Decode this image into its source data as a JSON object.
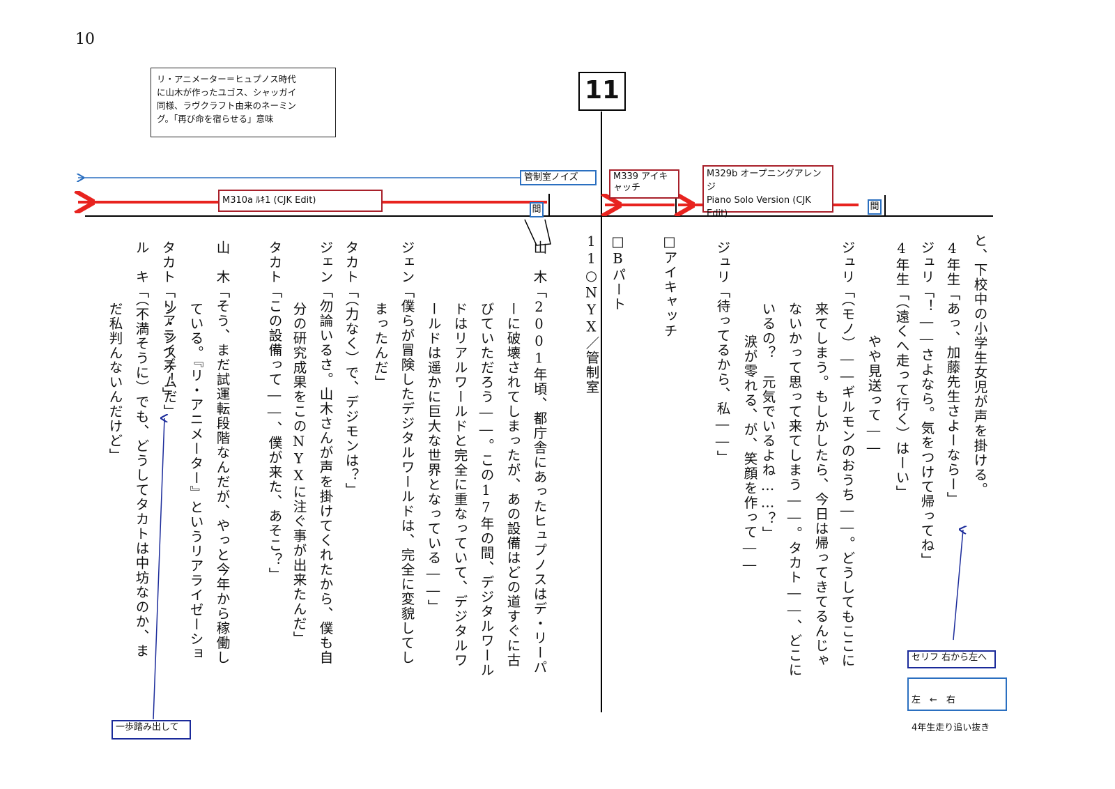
{
  "page_number": "10",
  "note": "リ・アニメーター＝ヒュプノス時代\nに山木が作ったユゴス、シャッガイ\n同様、ラヴクラフト由来のネーミン\nグ。「再び命を宿らせる」意味",
  "scene_number": "11",
  "cues": {
    "kanseishitsu_noise": "管制室ノイズ",
    "m310a": "M310a ﾙｷ1 (CJK Edit)",
    "m339": "M339 アイキ\nャッチ",
    "m329b": "M329b オープニングアレンジ\nPiano Solo Version (CJK\nEdit)",
    "ma_left": "間",
    "ma_right": "間"
  },
  "annotations": {
    "serifu_direction": "セリフ 右から左へ",
    "run_direction_line1": "左　←　右",
    "run_direction_line2": "4年生走り追い抜き",
    "step_out": "一歩踏み出して"
  },
  "columns": [
    {
      "speaker": "",
      "lines": [
        "と、下校中の小学生女児が声を掛ける。"
      ]
    },
    {
      "speaker": "4年生",
      "lines": [
        "「あっ、加藤先生さよーならー」"
      ]
    },
    {
      "speaker": "ジュリ",
      "lines": [
        "「！――さよなら。気をつけて帰ってね」"
      ]
    },
    {
      "speaker": "4年生",
      "lines": [
        "「（遠くへ走って行く）はーい」"
      ]
    },
    {
      "speaker": "",
      "lines": [
        "やや見送って――"
      ]
    },
    {
      "speaker": "ジュリ",
      "lines": [
        "「（モノ）――ギルモンのおうち――。どうしてもここに",
        "来てしまう。もしかしたら、今日は帰ってきてるんじゃ",
        "ないかって思って来てしまう――。タカト――、どこに",
        "いるの？　元気でいるよね……？」"
      ]
    },
    {
      "speaker": "",
      "lines": [
        "涙が零れる、が、笑顔を作って――"
      ]
    },
    {
      "speaker": "ジュリ",
      "lines": [
        "「待ってるから、私――」"
      ]
    },
    {
      "speaker": "□アイキャッチ",
      "lines": []
    },
    {
      "speaker": "□Bパート",
      "lines": []
    },
    {
      "speaker": "11○NYX／管制室",
      "lines": []
    },
    {
      "speaker": "山　木",
      "lines": [
        "「2001年頃、都庁舎にあったヒュプノスはデ・リーパ",
        "ーに破壊されてしまったが、あの設備はどの道すぐに古",
        "びていただろう――。この17年の間、デジタルワール",
        "ドはリアルワールドと完全に重なっていて、デジタルワ",
        "ールドは遥かに巨大な世界となっている――」"
      ]
    },
    {
      "speaker": "ジェン",
      "lines": [
        "「僕らが冒険したデジタルワールドは、完全に変貌してし",
        "まったんだ」"
      ]
    },
    {
      "speaker": "タカト",
      "lines": [
        "「（力なく）で、デジモンは？」"
      ]
    },
    {
      "speaker": "ジェン",
      "lines": [
        "「勿論いるさ。山木さんが声を掛けてくれたから、僕も自",
        "分の研究成果をこのNYXに注ぐ事が出来たんだ」"
      ]
    },
    {
      "speaker": "タカト",
      "lines": [
        "「この設備って――、僕が来た、あそこ？」"
      ]
    },
    {
      "speaker": "山　木",
      "lines": [
        "「そう、まだ試運転段階なんだが、やっと今年から稼働し",
        "ている。『リ・アニメーター』というリアライゼーショ",
        "ン・システムだ」"
      ]
    },
    {
      "speaker": "タカト",
      "lines": [
        "「リアライズ！」"
      ]
    },
    {
      "speaker": "ル　キ",
      "lines": [
        "「（不満そうに）でも、どうしてタカトは中坊なのか、ま",
        "だ私判んないんだけど」"
      ]
    }
  ]
}
